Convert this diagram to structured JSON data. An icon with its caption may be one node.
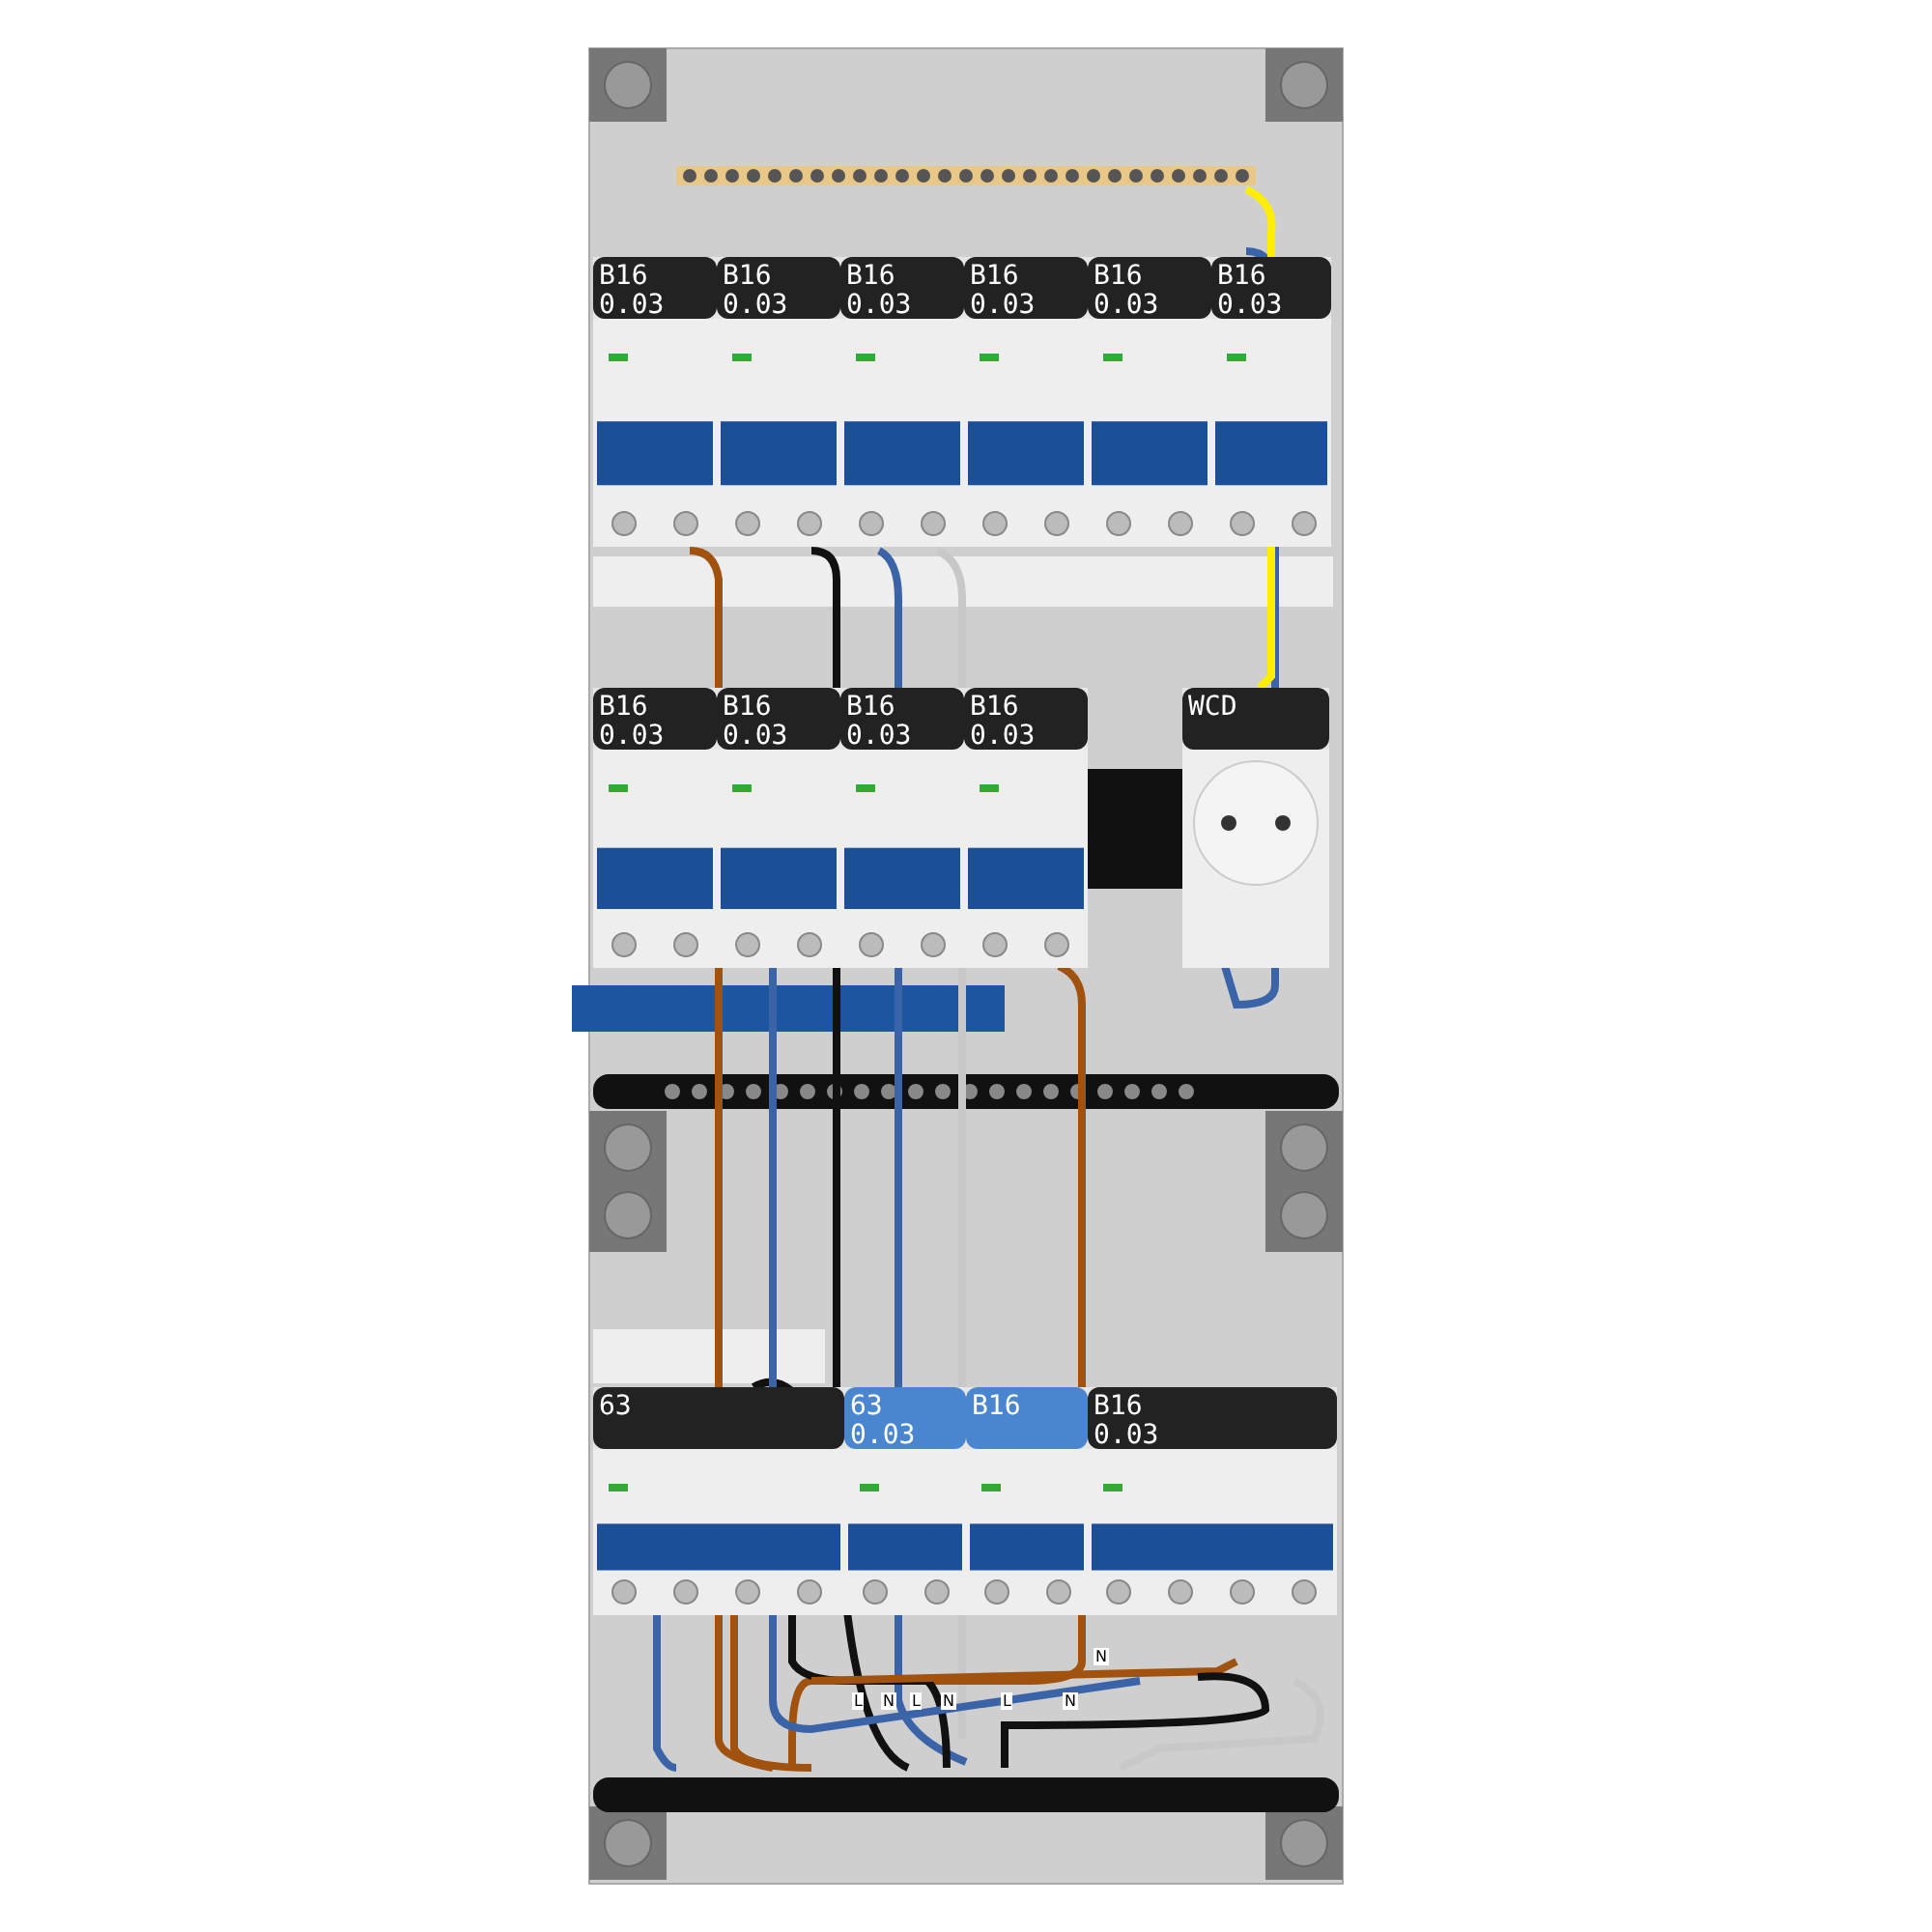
{
  "diagram": {
    "nodes": [
      {
        "text": [
          "B16 0.03"
        ]
      },
      {
        "text": [
          "B16 0.03"
        ]
      },
      {
        "text": [
          "B16 0.03"
        ]
      },
      {
        "text": [
          "B16 0.03"
        ]
      },
      {
        "text": [
          "B16 0.03"
        ]
      },
      {
        "text": [
          "B16 0.03"
        ]
      },
      {
        "text": [
          "B16 0.03"
        ]
      },
      {
        "text": [
          "B16 0.03"
        ]
      },
      {
        "text": [
          "B16 0.03"
        ]
      },
      {
        "text": [
          "B16 0.03"
        ]
      },
      {
        "text": [
          "WCD"
        ]
      },
      {
        "text": [
          "63"
        ]
      },
      {
        "text": [
          "63 0.03"
        ]
      },
      {
        "text": [
          "B16"
        ]
      },
      {
        "text": [
          "B16 0.03"
        ]
      }
    ],
    "labels": [
      "N",
      "L",
      "N",
      "L",
      "N",
      "L",
      "N"
    ]
  }
}
